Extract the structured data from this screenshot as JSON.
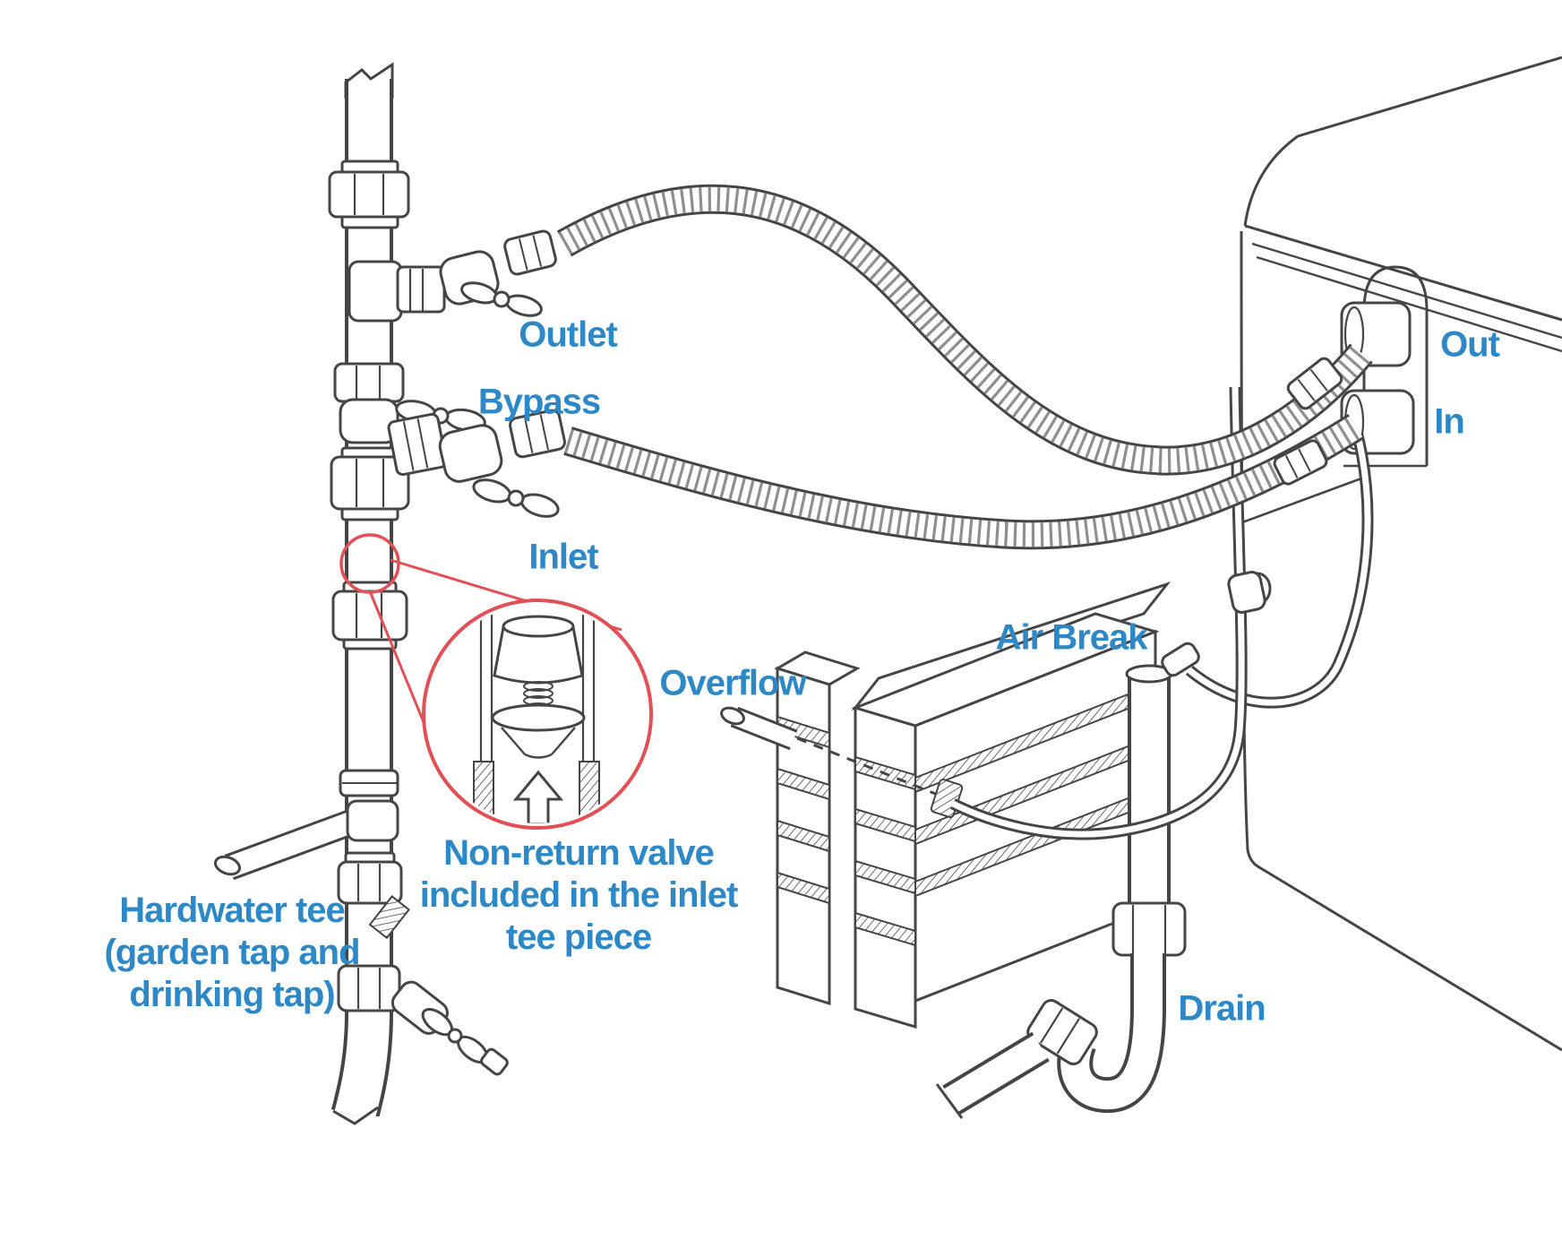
{
  "figure": {
    "type": "line-diagram",
    "subject": "Water softener plumbing installation diagram"
  },
  "colors": {
    "label_blue": "#2d88c8",
    "highlight_red": "#e25056",
    "line_art": "#454545",
    "background": "#ffffff"
  },
  "labels": {
    "outlet": "Outlet",
    "bypass": "Bypass",
    "inlet": "Inlet",
    "out": "Out",
    "in": "In",
    "air_break": "Air Break",
    "overflow": "Overflow",
    "non_return_note": "Non-return valve\nincluded in the inlet\ntee piece",
    "hardwater_tee": "Hardwater tee\n(garden tap and\ndrinking tap)",
    "drain": "Drain"
  }
}
